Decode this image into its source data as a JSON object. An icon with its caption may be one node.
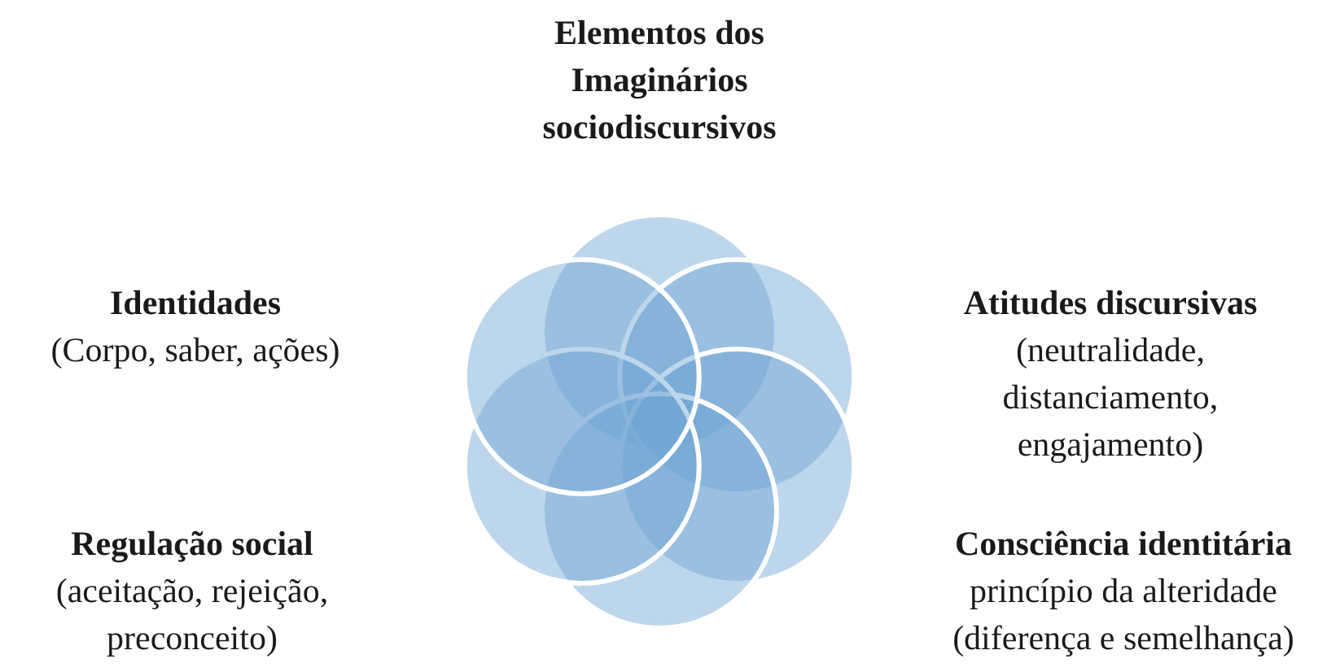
{
  "diagram": {
    "title": "Elementos dos Imaginários sociodiscursivos",
    "labels": [
      "Identidades",
      "(Corpo, saber, ações)",
      "Atitudes discursivas",
      "(neutralidade, distanciamento, engajamento)",
      "Regulação social",
      "(aceitação, rejeição, preconceito)",
      "Consciência identitária",
      "princípio da alteridade",
      "(diferença e semelhança)"
    ]
  }
}
